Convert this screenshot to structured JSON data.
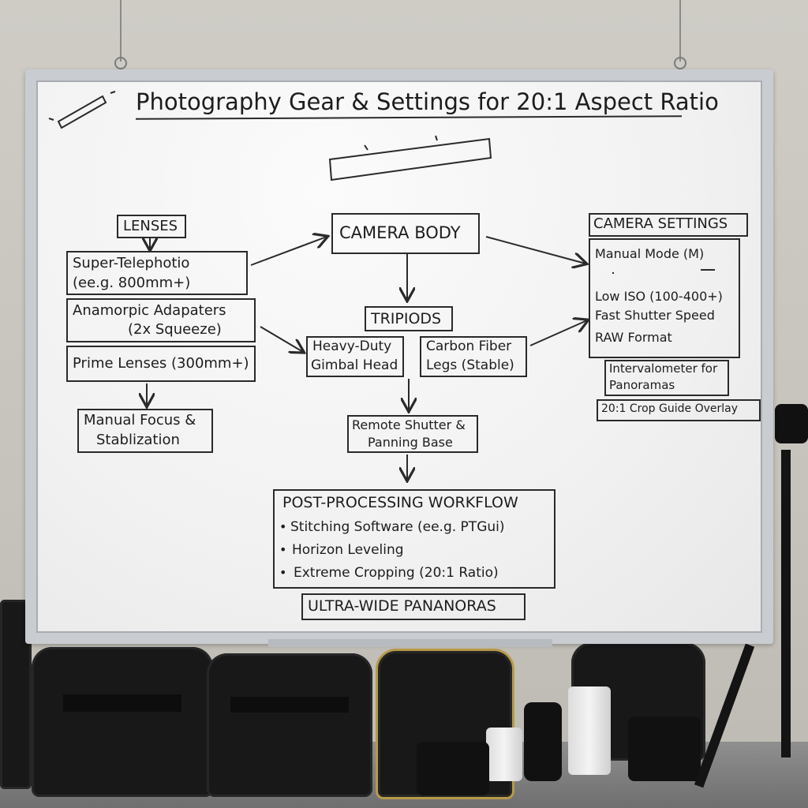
{
  "board": {
    "title": "Photography Gear & Settings for 20:1 Aspect Ratio",
    "lenses": {
      "heading": "LENSES",
      "super_telephoto_1": "Super-Telephotio",
      "super_telephoto_2": "(ee.g. 800mm+)",
      "anamorphic_1": "Anamorpic Adapaters",
      "anamorphic_2": "(2x Squeeze)",
      "prime": "Prime Lenses (300mm+)",
      "focus_1": "Manual Focus &",
      "focus_2": "Stablization"
    },
    "camera_body": "CAMERA BODY",
    "tripods": {
      "heading": "TRIPIODS",
      "gimbal_1": "Heavy-Duty",
      "gimbal_2": "Gimbal Head",
      "carbon_1": "Carbon Fiber",
      "carbon_2": "Legs (Stable)",
      "remote_1": "Remote Shutter &",
      "remote_2": "Panning Base"
    },
    "settings": {
      "heading": "CAMERA SETTINGS",
      "manual": "Manual Mode (M)",
      "iso": "Low ISO (100-400+)",
      "shutter": "Fast Shutter Speed",
      "raw": "RAW Format",
      "intervalometer_1": "Intervalometer for",
      "intervalometer_2": "Panoramas",
      "crop": "20:1 Crop Guide Overlay"
    },
    "post": {
      "heading": "POST-PROCESSING WORKFLOW",
      "items": [
        "Stitching Software (ee.g. PTGui)",
        "Horizon Leveling",
        "Extreme Cropping (20:1 Ratio)"
      ]
    },
    "footer": "ULTRA-WIDE PANANORAS"
  },
  "colors": {
    "ink": "#1d1d1d",
    "board": "#f3f3f3",
    "frame": "#c9ccd0",
    "wall": "#c6c3bc"
  }
}
